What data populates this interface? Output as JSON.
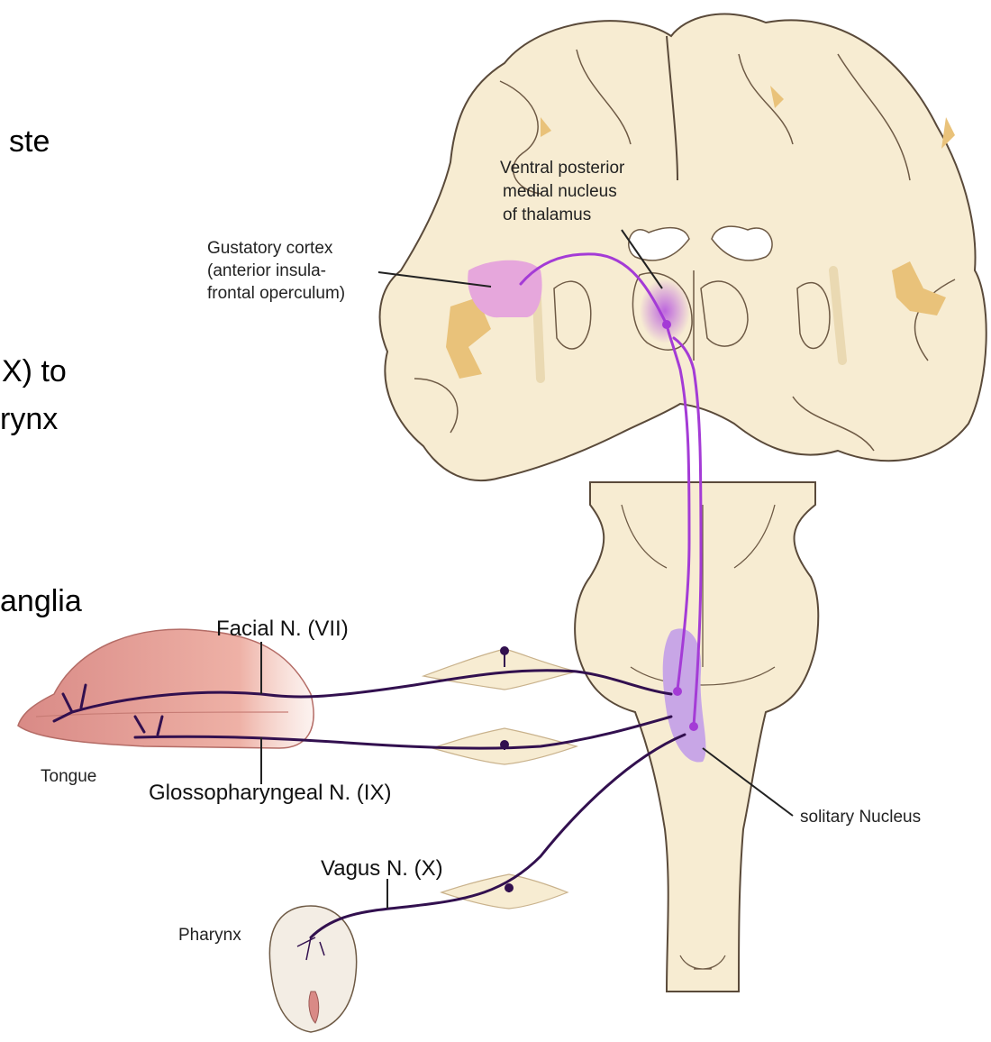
{
  "slide_text": [
    "ste",
    "X) to",
    "rynx",
    "anglia"
  ],
  "labels": {
    "ventral_posterior": [
      "Ventral posterior",
      "medial nucleus",
      "of thalamus"
    ],
    "gustatory_cortex": [
      "Gustatory cortex",
      "(anterior insula-",
      "frontal operculum)"
    ],
    "facial_nerve": "Facial N. (VII)",
    "tongue": "Tongue",
    "glossopharyngeal_nerve": "Glossopharyngeal N. (IX)",
    "solitary_nucleus": "solitary Nucleus",
    "vagus_nerve": "Vagus N. (X)",
    "pharynx": "Pharynx"
  },
  "colors": {
    "tissue": "#f7ecd2",
    "tissue_outline": "#5a4a3a",
    "sulcus": "#e9c27a",
    "gustatory_pink": "#e6a7dc",
    "pathway_magenta": "#a43bd6",
    "nerve_purple": "#32104f",
    "nucleus_violet": "#c8a6e6",
    "tongue_pink": "#e9a39a"
  }
}
